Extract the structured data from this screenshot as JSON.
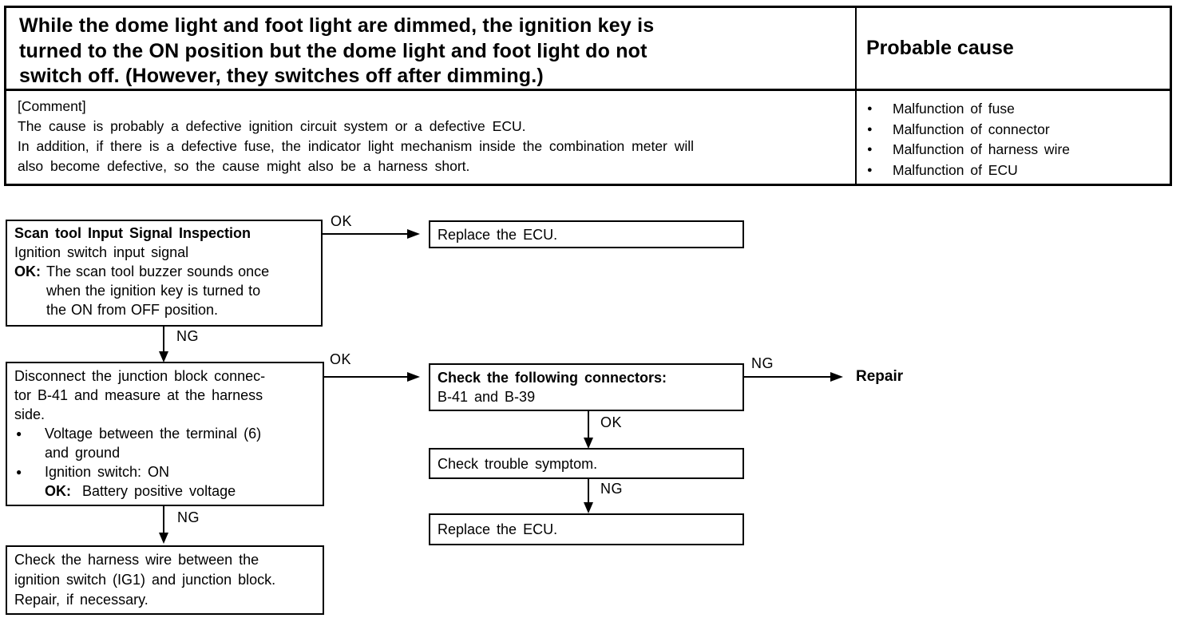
{
  "glyphs": {
    "bullet": "●"
  },
  "table": {
    "symptom": "While the dome light and foot light are dimmed, the ignition key is\nturned to the ON position but the dome light and foot light do not\nswitch off.  (However, they switches off after dimming.)",
    "probable_cause_header": "Probable cause",
    "comment": {
      "label": "[Comment]",
      "line1": "The cause is probably a defective ignition circuit system or a defective ECU.",
      "line2": "In addition, if there is a defective fuse, the indicator light mechanism inside the combination meter will\nalso become defective, so the cause might also be a harness short."
    },
    "causes": [
      "Malfunction of fuse",
      "Malfunction of connector",
      "Malfunction of harness wire",
      "Malfunction of ECU"
    ]
  },
  "flowchart": {
    "scan_tool_box": {
      "title": "Scan tool Input Signal Inspection",
      "subtitle": "Ignition switch input signal",
      "ok_label": "OK:",
      "ok_text": "The scan tool buzzer sounds once\nwhen the ignition key is turned to\nthe ON from OFF position."
    },
    "replace_ecu_top": "Replace the ECU.",
    "junction_block_box": {
      "body": "Disconnect the junction block connec-\ntor B-41 and measure at the harness\nside.",
      "bullet1": "Voltage between the terminal (6)\nand ground",
      "bullet2": "Ignition switch: ON",
      "ok_label": "OK:",
      "ok_text": "Battery positive voltage"
    },
    "harness_box": "Check the harness wire between the\nignition switch (IG1) and junction block.\nRepair, if necessary.",
    "connectors_box": {
      "title": "Check the following connectors:",
      "body": "B-41 and B-39"
    },
    "trouble_box": "Check trouble symptom.",
    "replace_ecu_bottom": "Replace the ECU.",
    "repair_terminal": "Repair",
    "labels": {
      "a_ok": "OK",
      "a_ng": "NG",
      "f_ok": "OK",
      "f_ng": "NG",
      "c_ng": "NG",
      "c_ok": "OK",
      "d_ng": "NG"
    }
  }
}
